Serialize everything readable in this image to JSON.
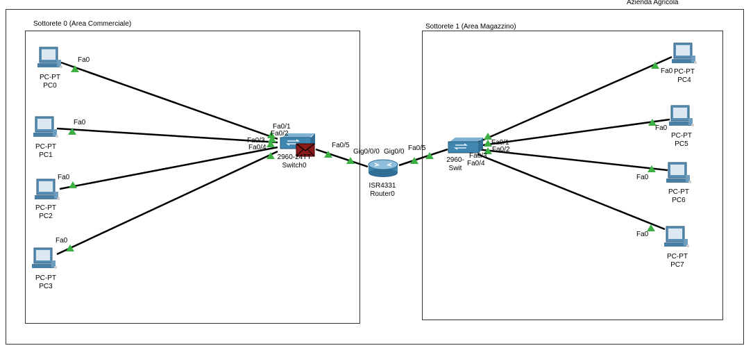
{
  "workspace": {
    "outer_label": "Azienda Agricola",
    "subnet0_label": "Sottorete 0 (Area Commerciale)",
    "subnet1_label": "Sottorete 1 (Area Magazzino)"
  },
  "devices": {
    "pc0": {
      "model": "PC-PT",
      "name": "PC0"
    },
    "pc1": {
      "model": "PC-PT",
      "name": "PC1"
    },
    "pc2": {
      "model": "PC-PT",
      "name": "PC2"
    },
    "pc3": {
      "model": "PC-PT",
      "name": "PC3"
    },
    "pc4": {
      "model": "PC-PT",
      "name": "PC4"
    },
    "pc5": {
      "model": "PC-PT",
      "name": "PC5"
    },
    "pc6": {
      "model": "PC-PT",
      "name": "PC6"
    },
    "pc7": {
      "model": "PC-PT",
      "name": "PC7"
    },
    "switch0": {
      "model": "2960-24TT",
      "name": "Switch0"
    },
    "switch1": {
      "model": "2960-",
      "name": "Swit"
    },
    "router0": {
      "model": "ISR4331",
      "name": "Router0"
    }
  },
  "ports": {
    "pc0": "Fa0",
    "pc1": "Fa0",
    "pc2": "Fa0",
    "pc3": "Fa0",
    "pc4": "Fa0",
    "pc5": "Fa0",
    "pc6": "Fa0",
    "pc7": "Fa0",
    "sw0_fa01": "Fa0/1",
    "sw0_fa02": "Fa0/2",
    "sw0_fa03": "Fa0/3",
    "sw0_fa04": "Fa0/4",
    "sw0_fa05": "Fa0/5",
    "router_gig000": "Gig0/0/0",
    "router_gig00": "Gig0/0",
    "sw1_fa05": "Fa0/5",
    "sw1_fa01": "Fa0/1",
    "sw1_fa02": "Fa0/2",
    "sw1_fa03": "Fa0/3",
    "sw1_fa04": "Fa0/4"
  },
  "colors": {
    "link": "#000000",
    "port_indicator": "#3cb043",
    "pdu_envelope": "#8b1a1a",
    "device_blue": "#3f86b0"
  }
}
